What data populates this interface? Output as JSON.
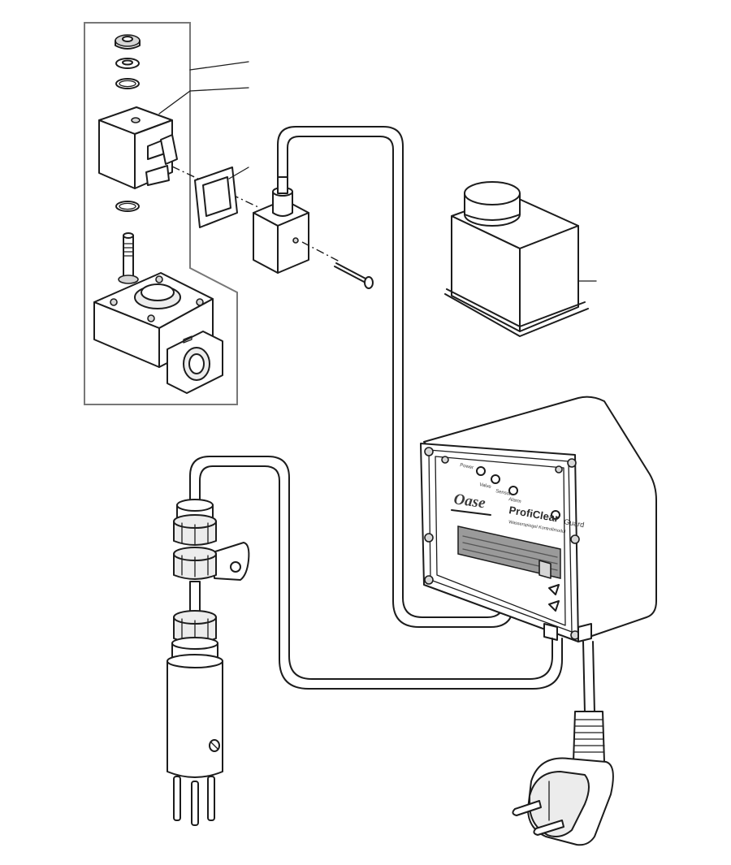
{
  "controller": {
    "brand_logo": "Oase",
    "product_line": "ProfiClear",
    "product_model": "Guard",
    "subtitle": "Wasserspiegel Kontrollmodul",
    "led_labels": [
      "Power",
      "Valve",
      "Sensor",
      "Alarm"
    ]
  }
}
